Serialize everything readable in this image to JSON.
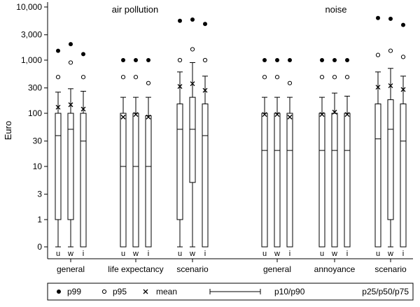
{
  "chart_data": {
    "type": "boxplot",
    "title": "",
    "ylabel": "Euro",
    "yscale": "log",
    "ylim": [
      0,
      10000
    ],
    "grid": false,
    "y_ticks": [
      {
        "value": 10000,
        "label": "10,000"
      },
      {
        "value": 3000,
        "label": "3,000"
      },
      {
        "value": 1000,
        "label": "1,000"
      },
      {
        "value": 300,
        "label": "300"
      },
      {
        "value": 100,
        "label": "100"
      },
      {
        "value": 30,
        "label": "30"
      },
      {
        "value": 10,
        "label": "10"
      },
      {
        "value": 3,
        "label": "3"
      },
      {
        "value": 1,
        "label": "1"
      },
      {
        "value": 0,
        "label": "0"
      }
    ],
    "panels": [
      {
        "title": "air pollution",
        "groups": [
          "general",
          "life expectancy",
          "scenario"
        ]
      },
      {
        "title": "noise",
        "groups": [
          "general",
          "annoyance",
          "scenario"
        ]
      }
    ],
    "groups": [
      {
        "label": "general",
        "panel": "air pollution",
        "boxes": [
          {
            "label": "u",
            "p10": 0,
            "p25": 1,
            "p50": 38,
            "p75": 100,
            "p90": 250,
            "p95": 480,
            "p99": 1500,
            "mean": 130
          },
          {
            "label": "w",
            "p10": 0,
            "p25": 1,
            "p50": 50,
            "p75": 100,
            "p90": 290,
            "p95": 900,
            "p99": 2000,
            "mean": 145
          },
          {
            "label": "i",
            "p10": 0,
            "p25": 0,
            "p50": 30,
            "p75": 100,
            "p90": 260,
            "p95": 480,
            "p99": 1300,
            "mean": 120
          }
        ]
      },
      {
        "label": "life expectancy",
        "panel": "air pollution",
        "boxes": [
          {
            "label": "u",
            "p10": 0,
            "p25": 0,
            "p50": 10,
            "p75": 100,
            "p90": 200,
            "p95": 480,
            "p99": 1000,
            "mean": 85
          },
          {
            "label": "w",
            "p10": 0,
            "p25": 0,
            "p50": 10,
            "p75": 100,
            "p90": 200,
            "p95": 480,
            "p99": 1000,
            "mean": 95
          },
          {
            "label": "i",
            "p10": 0,
            "p25": 0,
            "p50": 10,
            "p75": 90,
            "p90": 200,
            "p95": 370,
            "p99": 1000,
            "mean": 85
          }
        ]
      },
      {
        "label": "scenario",
        "panel": "air pollution",
        "boxes": [
          {
            "label": "u",
            "p10": 0,
            "p25": 1,
            "p50": 50,
            "p75": 150,
            "p90": 600,
            "p95": 1000,
            "p99": 5500,
            "mean": 320
          },
          {
            "label": "w",
            "p10": 0,
            "p25": 5,
            "p50": 50,
            "p75": 200,
            "p90": 900,
            "p95": 1600,
            "p99": 5800,
            "mean": 360
          },
          {
            "label": "i",
            "p10": 0,
            "p25": 0,
            "p50": 38,
            "p75": 150,
            "p90": 500,
            "p95": 1000,
            "p99": 4800,
            "mean": 270
          }
        ]
      },
      {
        "label": "general",
        "panel": "noise",
        "boxes": [
          {
            "label": "u",
            "p10": 0,
            "p25": 0,
            "p50": 20,
            "p75": 100,
            "p90": 200,
            "p95": 480,
            "p99": 1000,
            "mean": 95
          },
          {
            "label": "w",
            "p10": 0,
            "p25": 0,
            "p50": 20,
            "p75": 100,
            "p90": 200,
            "p95": 480,
            "p99": 1000,
            "mean": 95
          },
          {
            "label": "i",
            "p10": 0,
            "p25": 0,
            "p50": 20,
            "p75": 100,
            "p90": 200,
            "p95": 370,
            "p99": 1000,
            "mean": 85
          }
        ]
      },
      {
        "label": "annoyance",
        "panel": "noise",
        "boxes": [
          {
            "label": "u",
            "p10": 0,
            "p25": 0,
            "p50": 20,
            "p75": 100,
            "p90": 200,
            "p95": 480,
            "p99": 1000,
            "mean": 95
          },
          {
            "label": "w",
            "p10": 0,
            "p25": 0,
            "p50": 20,
            "p75": 100,
            "p90": 240,
            "p95": 480,
            "p99": 1000,
            "mean": 105
          },
          {
            "label": "i",
            "p10": 0,
            "p25": 0,
            "p50": 20,
            "p75": 100,
            "p90": 210,
            "p95": 480,
            "p99": 1000,
            "mean": 95
          }
        ]
      },
      {
        "label": "scenario",
        "panel": "noise",
        "boxes": [
          {
            "label": "u",
            "p10": 0,
            "p25": 0,
            "p50": 33,
            "p75": 150,
            "p90": 600,
            "p95": 1250,
            "p99": 6200,
            "mean": 310
          },
          {
            "label": "w",
            "p10": 0,
            "p25": 1,
            "p50": 50,
            "p75": 180,
            "p90": 700,
            "p95": 1500,
            "p99": 6000,
            "mean": 330
          },
          {
            "label": "i",
            "p10": 0,
            "p25": 0,
            "p50": 30,
            "p75": 150,
            "p90": 500,
            "p95": 1150,
            "p99": 4600,
            "mean": 280
          }
        ]
      }
    ],
    "legend": {
      "placement": "bottom",
      "items": [
        {
          "symbol": "filled-circle",
          "label": "p99"
        },
        {
          "symbol": "open-circle",
          "label": "p95"
        },
        {
          "symbol": "cross",
          "label": "mean"
        },
        {
          "symbol": "whisker",
          "label": "p10/p90"
        },
        {
          "symbol": "box",
          "label": "p25/p50/p75"
        }
      ]
    }
  }
}
